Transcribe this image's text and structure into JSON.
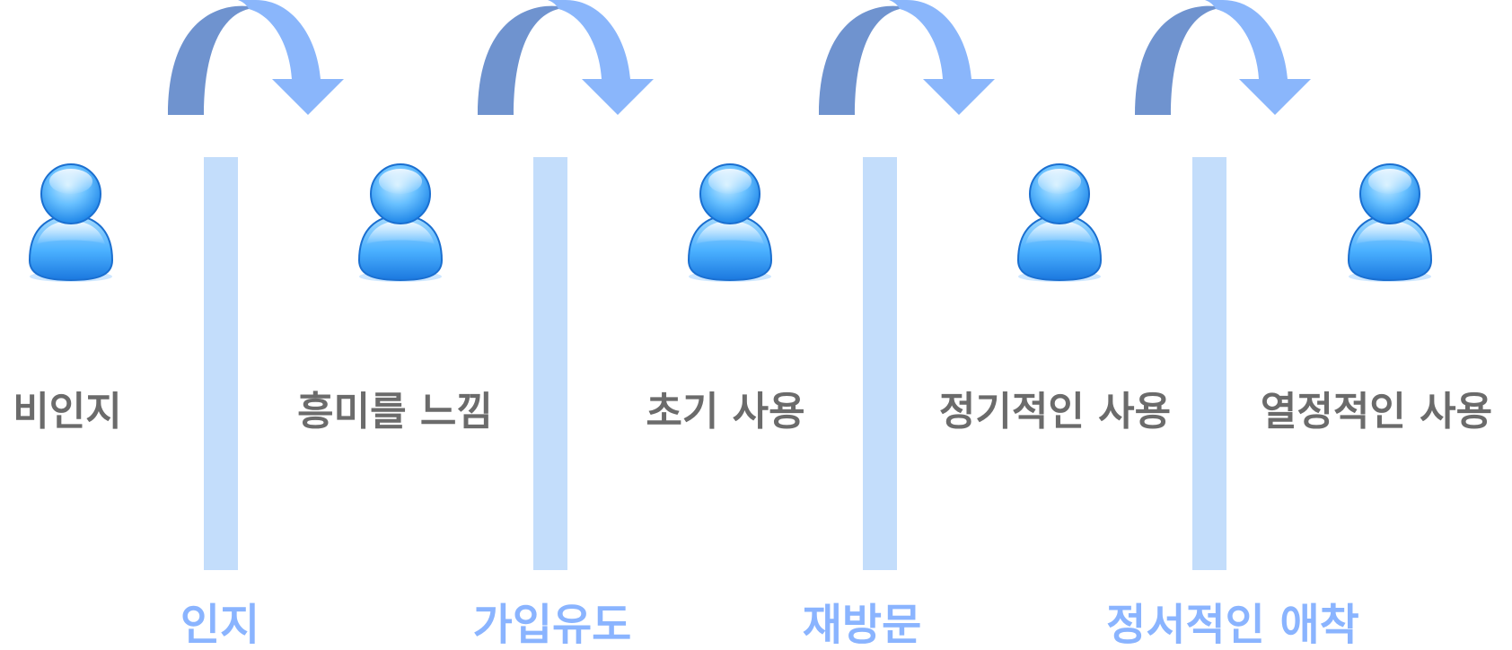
{
  "stages": [
    {
      "label": "비인지"
    },
    {
      "label": "흥미를 느낌"
    },
    {
      "label": "초기 사용"
    },
    {
      "label": "정기적인 사용"
    },
    {
      "label": "열정적인 사용"
    }
  ],
  "transitions": [
    {
      "label": "인지"
    },
    {
      "label": "가입유도"
    },
    {
      "label": "재방문"
    },
    {
      "label": "정서적인 애착"
    }
  ],
  "icons": {
    "person": "user-icon",
    "arrow": "curved-arrow-icon"
  },
  "colors": {
    "stage_text": "#6b6b6b",
    "transition_text": "#8ab4ff",
    "divider": "#c3ddfb",
    "arrow_dark": "#6f93cf",
    "arrow_light": "#8ab6fb",
    "person_blue": "#3d9bff"
  }
}
